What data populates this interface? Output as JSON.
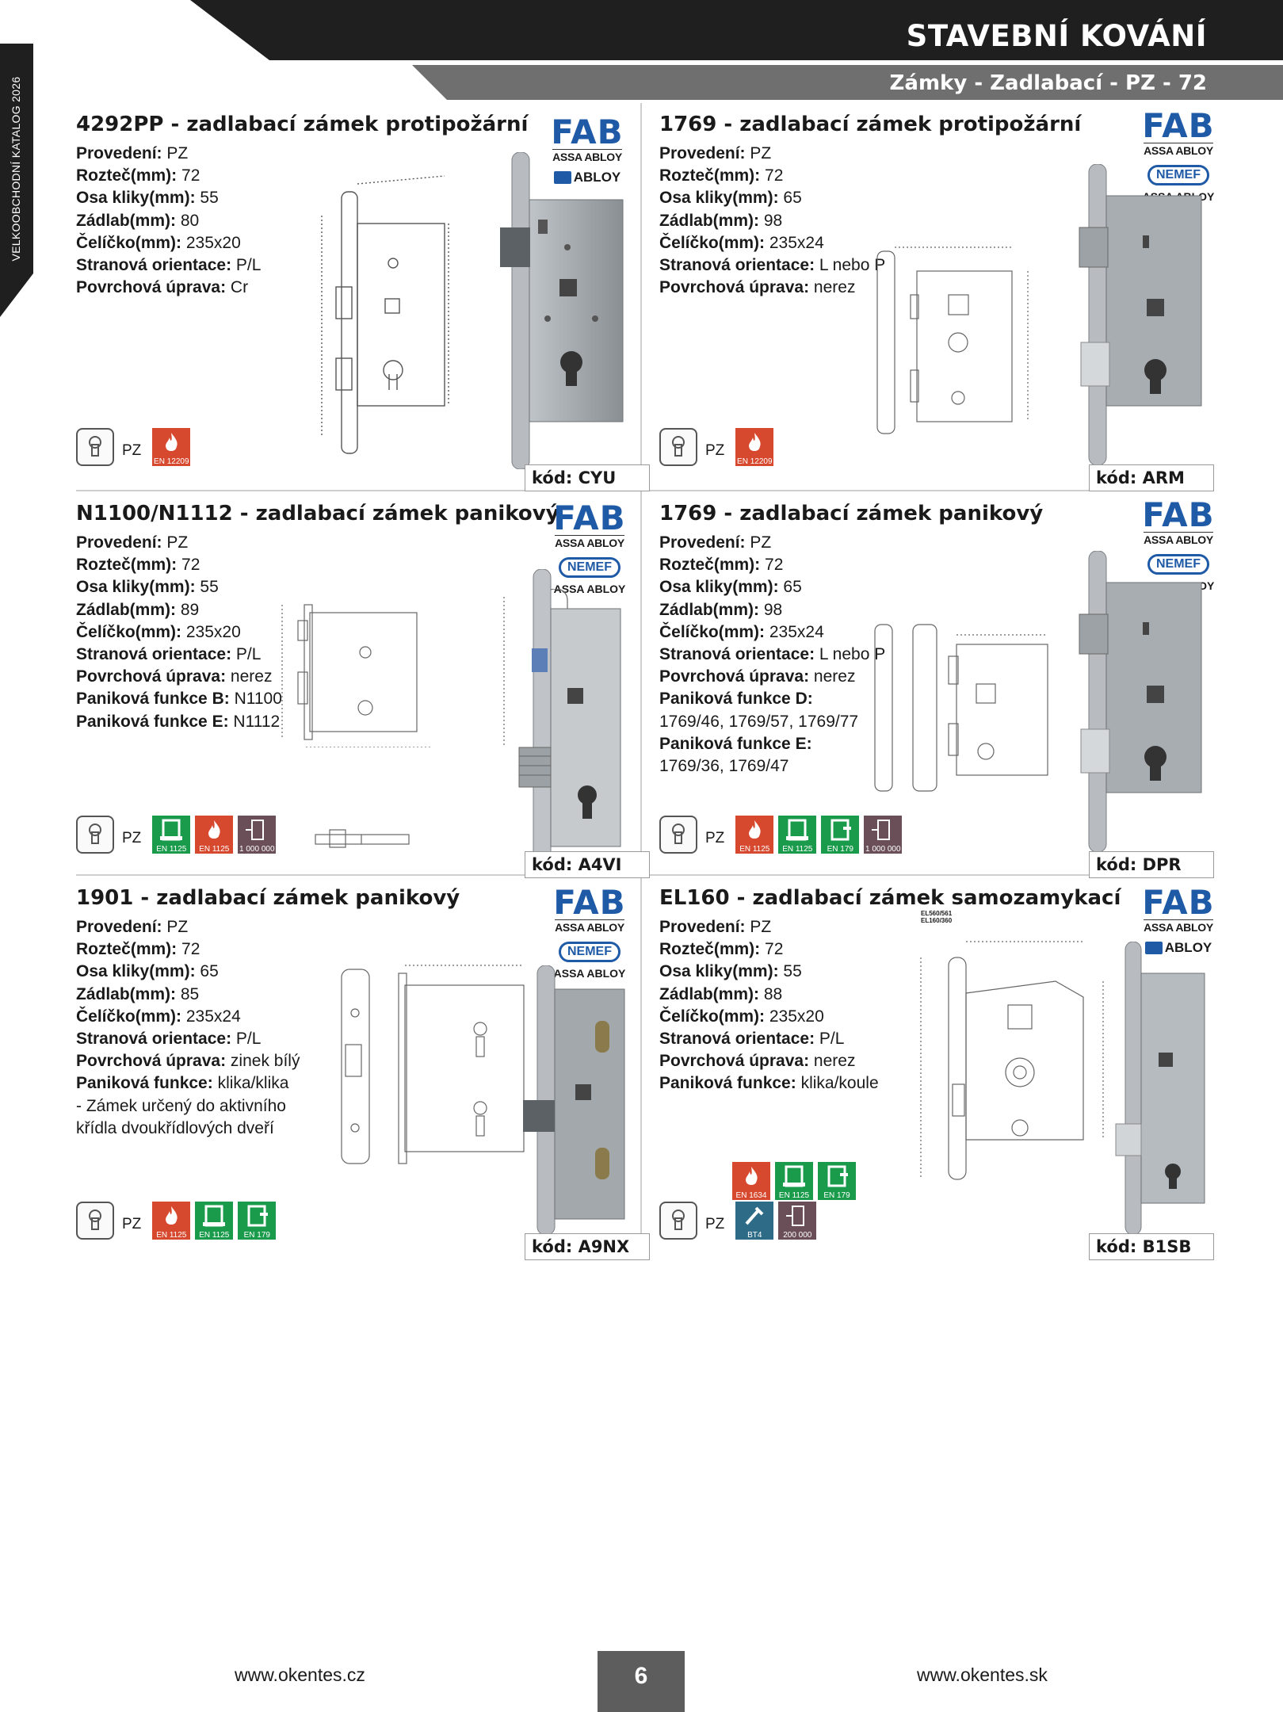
{
  "header": {
    "title": "STAVEBNÍ KOVÁNÍ",
    "subtitle": "Zámky - Zadlabací - PZ - 72",
    "side_label": "VELKOOBCHODNÍ KATALOG 2026"
  },
  "products": [
    {
      "title": "4292PP - zadlabací zámek protipožární",
      "specs": [
        {
          "label": "Provedení:",
          "value": "PZ"
        },
        {
          "label": "Rozteč(mm):",
          "value": "72"
        },
        {
          "label": "Osa kliky(mm):",
          "value": "55"
        },
        {
          "label": "Zádlab(mm):",
          "value": "80"
        },
        {
          "label": "Čelíčko(mm):",
          "value": "235x20"
        },
        {
          "label": "Stranová orientace:",
          "value": "P/L"
        },
        {
          "label": "Povrchová úprava:",
          "value": "Cr"
        }
      ],
      "logo": {
        "fab": "FAB",
        "assa": "ASSA ABLOY",
        "brand": "ABLOY"
      },
      "pz": "PZ",
      "certs": [
        "EN 12209"
      ],
      "code": "kód: CYU"
    },
    {
      "title": "1769 - zadlabací zámek protipožární",
      "specs": [
        {
          "label": "Provedení:",
          "value": "PZ"
        },
        {
          "label": "Rozteč(mm):",
          "value": "72"
        },
        {
          "label": "Osa kliky(mm):",
          "value": "65"
        },
        {
          "label": "Zádlab(mm):",
          "value": "98"
        },
        {
          "label": "Čelíčko(mm):",
          "value": "235x24"
        },
        {
          "label": "Stranová orientace:",
          "value": "L nebo P"
        },
        {
          "label": "Povrchová úprava:",
          "value": "nerez"
        }
      ],
      "logo": {
        "fab": "FAB",
        "assa": "ASSA ABLOY",
        "brand": "NEMEF",
        "assa2": "ASSA ABLOY"
      },
      "pz": "PZ",
      "certs": [
        "EN 12209"
      ],
      "code": "kód: ARM"
    },
    {
      "title": "N1100/N1112 - zadlabací zámek panikový",
      "specs": [
        {
          "label": "Provedení:",
          "value": "PZ"
        },
        {
          "label": "Rozteč(mm):",
          "value": "72"
        },
        {
          "label": "Osa kliky(mm):",
          "value": "55"
        },
        {
          "label": "Zádlab(mm):",
          "value": "89"
        },
        {
          "label": "Čelíčko(mm):",
          "value": "235x20"
        },
        {
          "label": "Stranová orientace:",
          "value": "P/L"
        },
        {
          "label": "Povrchová úprava:",
          "value": "nerez"
        },
        {
          "label": "Paniková funkce B:",
          "value": "N1100"
        },
        {
          "label": "Paniková funkce E:",
          "value": "N1112"
        }
      ],
      "logo": {
        "fab": "FAB",
        "assa": "ASSA ABLOY",
        "brand": "NEMEF",
        "assa2": "ASSA ABLOY"
      },
      "pz": "PZ",
      "certs": [
        "EN 1125",
        "EN 1125",
        "1 000 000"
      ],
      "code": "kód: A4VI"
    },
    {
      "title": "1769 - zadlabací zámek panikový",
      "specs": [
        {
          "label": "Provedení:",
          "value": "PZ"
        },
        {
          "label": "Rozteč(mm):",
          "value": "72"
        },
        {
          "label": "Osa kliky(mm):",
          "value": "65"
        },
        {
          "label": "Zádlab(mm):",
          "value": "98"
        },
        {
          "label": "Čelíčko(mm):",
          "value": "235x24"
        },
        {
          "label": "Stranová orientace:",
          "value": "L nebo P"
        },
        {
          "label": "Povrchová úprava:",
          "value": "nerez"
        },
        {
          "label": "Paniková funkce D:",
          "value": ""
        },
        {
          "label": "",
          "value": "1769/46, 1769/57, 1769/77"
        },
        {
          "label": "Paniková funkce E:",
          "value": ""
        },
        {
          "label": "",
          "value": "1769/36, 1769/47"
        }
      ],
      "logo": {
        "fab": "FAB",
        "assa": "ASSA ABLOY",
        "brand": "NEMEF",
        "assa2": "ASSA ABLOY"
      },
      "pz": "PZ",
      "certs": [
        "EN 1125",
        "EN 1125",
        "EN 179",
        "1 000 000"
      ],
      "code": "kód: DPR"
    },
    {
      "title": "1901 - zadlabací zámek panikový",
      "specs": [
        {
          "label": "Provedení:",
          "value": "PZ"
        },
        {
          "label": "Rozteč(mm):",
          "value": "72"
        },
        {
          "label": "Osa kliky(mm):",
          "value": "65"
        },
        {
          "label": "Zádlab(mm):",
          "value": "85"
        },
        {
          "label": "Čelíčko(mm):",
          "value": "235x24"
        },
        {
          "label": "Stranová orientace:",
          "value": "P/L"
        },
        {
          "label": "Povrchová úprava:",
          "value": "zinek bílý"
        },
        {
          "label": "Paniková funkce:",
          "value": "klika/klika"
        }
      ],
      "note": "- Zámek určený do aktivního křídla dvoukřídlových dveří",
      "logo": {
        "fab": "FAB",
        "assa": "ASSA ABLOY",
        "brand": "NEMEF",
        "assa2": "ASSA ABLOY"
      },
      "pz": "PZ",
      "certs": [
        "EN 1125",
        "EN 1125",
        "EN 179"
      ],
      "code": "kód: A9NX"
    },
    {
      "title": "EL160 - zadlabací zámek samozamykací",
      "specs": [
        {
          "label": "Provedení:",
          "value": "PZ"
        },
        {
          "label": "Rozteč(mm):",
          "value": "72"
        },
        {
          "label": "Osa kliky(mm):",
          "value": "55"
        },
        {
          "label": "Zádlab(mm):",
          "value": "88"
        },
        {
          "label": "Čelíčko(mm):",
          "value": "235x20"
        },
        {
          "label": "Stranová orientace:",
          "value": "P/L"
        },
        {
          "label": "Povrchová úprava:",
          "value": "nerez"
        },
        {
          "label": "Paniková funkce:",
          "value": "klika/koule"
        }
      ],
      "logo": {
        "fab": "FAB",
        "assa": "ASSA ABLOY",
        "brand": "ABLOY"
      },
      "pz": "PZ",
      "certs_top": [
        "EN 1634",
        "EN 1125",
        "EN 179"
      ],
      "certs": [
        "BT4",
        "200 000"
      ],
      "drawing_label": "EL560/561 EL160/360",
      "code": "kód: B1SB"
    }
  ],
  "footer": {
    "left": "www.okentes.cz",
    "right": "www.okentes.sk",
    "page": "6"
  }
}
